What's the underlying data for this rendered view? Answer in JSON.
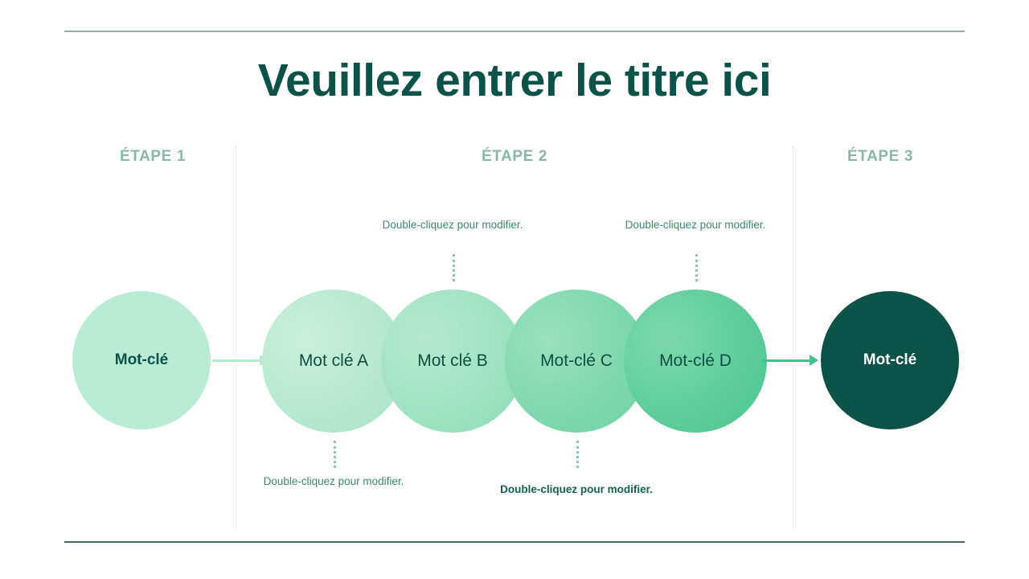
{
  "slide": {
    "title": "Veuillez entrer le titre ici",
    "background_color": "#ffffff",
    "title_color": "#0b5349",
    "rule_top_color": "#8fada6",
    "rule_bottom_color": "#476b63"
  },
  "steps": [
    {
      "label": "ÉTAPE 1"
    },
    {
      "label": "ÉTAPE 2"
    },
    {
      "label": "ÉTAPE 3"
    }
  ],
  "endpoints": {
    "start": {
      "label": "Mot-clé",
      "fill": "#b9ecd4",
      "text_color": "#0b5349"
    },
    "end": {
      "label": "Mot-clé",
      "fill": "#0b5349",
      "text_color": "#ffffff"
    }
  },
  "middle_circles": [
    {
      "label": "Mot clé A",
      "fill": "#b6e9cf"
    },
    {
      "label": "Mot clé B",
      "fill": "#9fe2c2"
    },
    {
      "label": "Mot-clé C",
      "fill": "#80d8ae"
    },
    {
      "label": "Mot-clé D",
      "fill": "#5ecd9b"
    }
  ],
  "arrows": [
    {
      "name": "arrow-start-to-group",
      "color": "#b5e9cf",
      "direction": "right"
    },
    {
      "name": "arrow-group-to-end",
      "color": "#3fc389",
      "direction": "right"
    }
  ],
  "annotations": {
    "top_b": {
      "text": "Double-cliquez pour modifier.",
      "color": "#3c8a66",
      "bold": false
    },
    "top_d": {
      "text": "Double-cliquez pour modifier.",
      "color": "#3c8a66",
      "bold": false
    },
    "bottom_a": {
      "text": "Double-cliquez pour modifier.",
      "color": "#3c8a66",
      "bold": false
    },
    "bottom_c": {
      "text": "Double-cliquez pour modifier.",
      "color": "#14624f",
      "bold": true
    }
  },
  "dividers": {
    "color": "#d6d9e0",
    "style": "dotted"
  },
  "leaders": {
    "color": "#79cfab",
    "style": "dotted"
  }
}
